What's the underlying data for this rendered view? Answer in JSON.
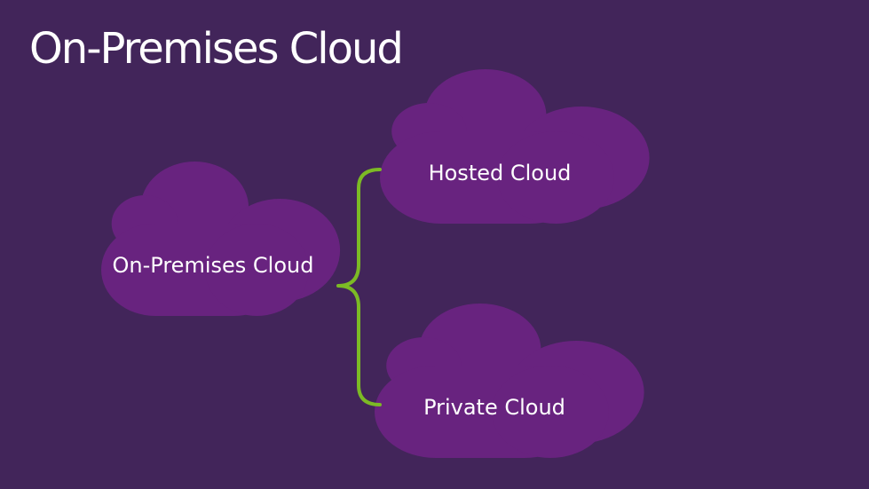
{
  "slide": {
    "title": "On-Premises Cloud"
  },
  "clouds": {
    "on_premises": {
      "label": "On-Premises Cloud"
    },
    "hosted": {
      "label": "Hosted Cloud"
    },
    "private": {
      "label": "Private  Cloud"
    }
  },
  "colors": {
    "background": "#42255a",
    "cloud": "#68237f",
    "bracket": "#7cba25",
    "text": "#ffffff"
  }
}
